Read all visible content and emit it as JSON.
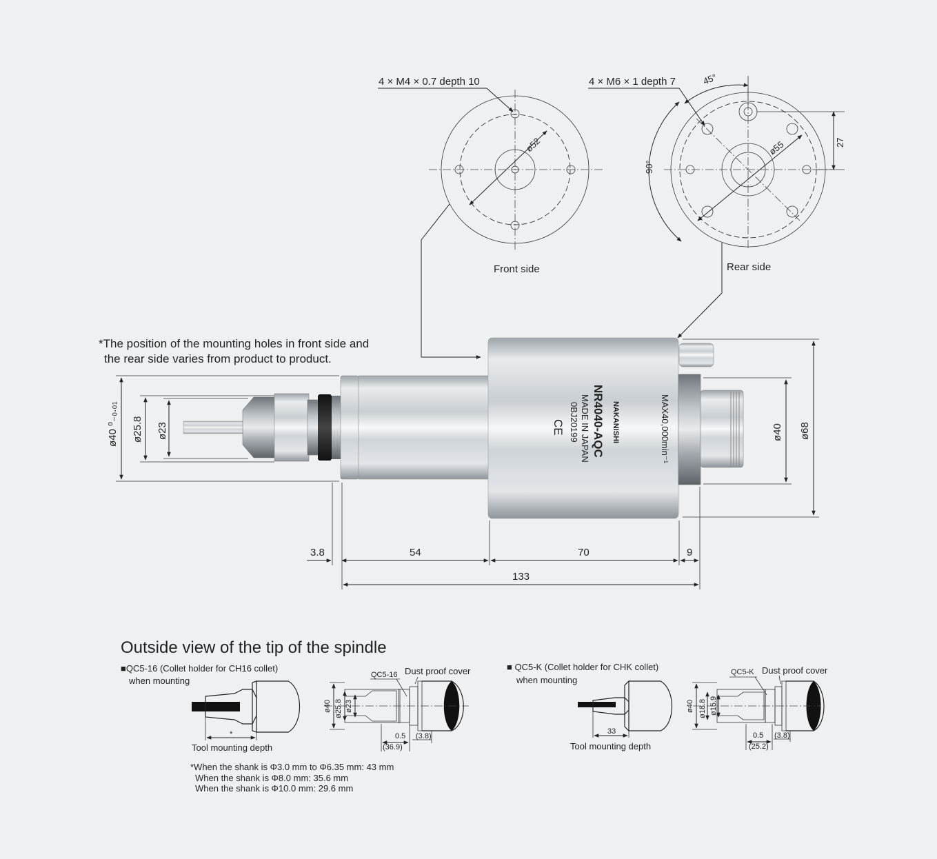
{
  "front_view": {
    "callout": "4 × M4 × 0.7  depth 10",
    "diameter": "ø52",
    "label": "Front side"
  },
  "rear_view": {
    "callout": "4 × M6 × 1  depth 7",
    "diameter": "ø55",
    "angle_45": "45°",
    "angle_90": "90°",
    "offset": "27",
    "label": "Rear side"
  },
  "note": {
    "line1": "*The position of the mounting holes in front side and",
    "line2": "the rear side varies from product to product."
  },
  "spindle": {
    "brand": "NAKANISHI",
    "model": "NR4040-AQC",
    "origin": "MADE IN JAPAN",
    "serial": "0BJ20199",
    "ce_mark": "CE",
    "max_speed": "MAX40,000min⁻¹"
  },
  "dimensions": {
    "d40_left": "ø40 ⁰₋₀.₀₁",
    "d25_8": "ø25.8",
    "d23": "ø23",
    "d40_right": "ø40",
    "d68": "ø68",
    "len_3_8": "3.8",
    "len_54": "54",
    "len_70": "70",
    "len_9": "9",
    "len_133": "133"
  },
  "tip_section": {
    "title": "Outside view of the tip of the spindle",
    "qc5_16": {
      "heading": "■QC5-16 (Collet holder for CH16 collet)",
      "heading2": "when mounting",
      "depth_marker": "*",
      "depth_label": "Tool mounting depth",
      "part_label": "QC5-16",
      "cover_label": "Dust proof cover",
      "d40": "ø40",
      "d25_8": "ø25.8",
      "d23": "ø23",
      "dim_0_5": "0.5",
      "dim_3_8": "(3.8)",
      "dim_36_9": "(36.9)"
    },
    "qc5_k": {
      "heading": "■ QC5-K (Collet holder for CHK collet)",
      "heading2": "when mounting",
      "depth_value": "33",
      "depth_label": "Tool mounting depth",
      "part_label": "QC5-K",
      "cover_label": "Dust proof cover",
      "d40": "ø40",
      "d18_8": "ø18.8",
      "d15_9": "ø15.9",
      "dim_0_5": "0.5",
      "dim_3_8": "(3.8)",
      "dim_25_2": "(25.2)"
    },
    "footnotes": [
      "*When the shank is Φ3.0 mm to Φ6.35 mm: 43 mm",
      "When the shank is Φ8.0 mm: 35.6 mm",
      "When the shank is Φ10.0 mm: 29.6 mm"
    ]
  }
}
